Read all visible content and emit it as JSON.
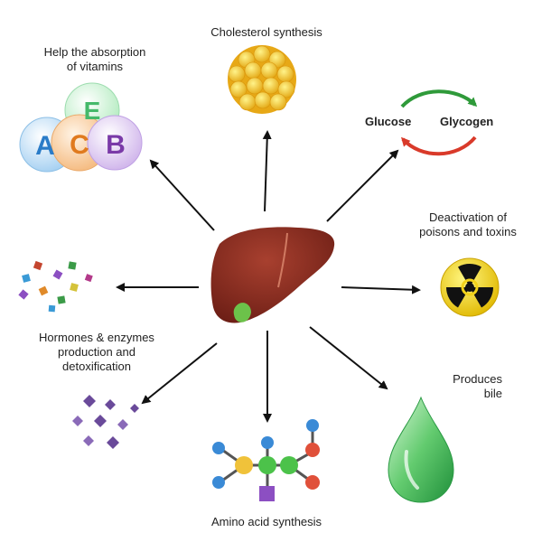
{
  "functions": {
    "cholesterol": "Cholesterol synthesis",
    "vitamins_line1": "Help the absorption",
    "vitamins_line2": "of vitamins",
    "glucose": "Glucose",
    "glycogen": "Glycogen",
    "poisons_line1": "Deactivation of",
    "poisons_line2": "poisons and toxins",
    "hormones_line1": "Hormones & enzymes",
    "hormones_line2": "production and",
    "hormones_line3": "detoxification",
    "bile_line1": "Produces",
    "bile_line2": "bile",
    "amino": "Amino acid synthesis"
  },
  "vitamins": {
    "e": "E",
    "a": "A",
    "c": "C",
    "b": "B"
  },
  "colors": {
    "liver": "#8b2a1f",
    "gallbladder": "#6cc24a",
    "arrow": "#111111",
    "glucose_arrow": "#d93a2a",
    "glycogen_arrow": "#2f9a3a",
    "radiation_yellow": "#f2d21a",
    "bile_green": "#5ec86a"
  }
}
